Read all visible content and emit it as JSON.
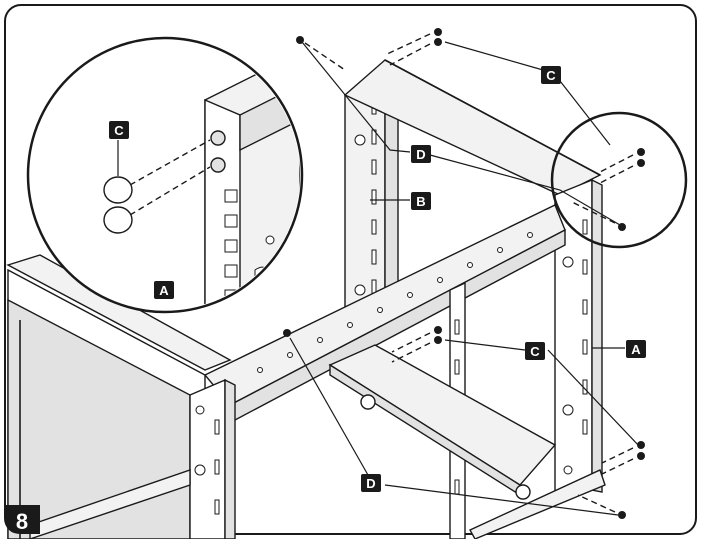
{
  "step_number": "8",
  "labels": {
    "A": "A",
    "B": "B",
    "C": "C",
    "D": "D"
  },
  "colors": {
    "line": "#1a1a1a",
    "background": "#ffffff",
    "label_fill": "#1a1a1a",
    "label_text": "#ffffff"
  }
}
